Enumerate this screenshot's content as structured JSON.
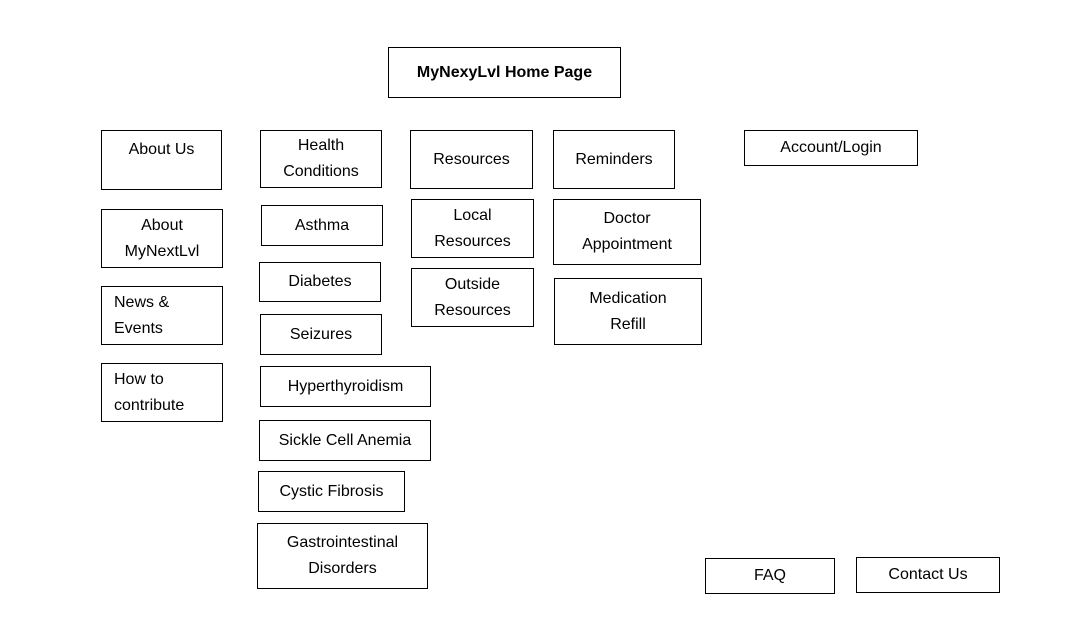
{
  "title": "MyNexyLvl Home Page",
  "account_login": "Account/Login",
  "about": {
    "header": "About Us",
    "items": [
      "About\nMyNextLvl",
      "News &\nEvents",
      "How to\ncontribute"
    ]
  },
  "health": {
    "header": "Health\nConditions",
    "items": [
      "Asthma",
      "Diabetes",
      "Seizures",
      "Hyperthyroidism",
      "Sickle Cell Anemia",
      "Cystic Fibrosis",
      "Gastrointestinal\nDisorders"
    ]
  },
  "resources": {
    "header": "Resources",
    "items": [
      "Local\nResources",
      "Outside\nResources"
    ]
  },
  "reminders": {
    "header": "Reminders",
    "items": [
      "Doctor\nAppointment",
      "Medication\nRefill"
    ]
  },
  "footer": {
    "faq": "FAQ",
    "contact": "Contact Us"
  }
}
